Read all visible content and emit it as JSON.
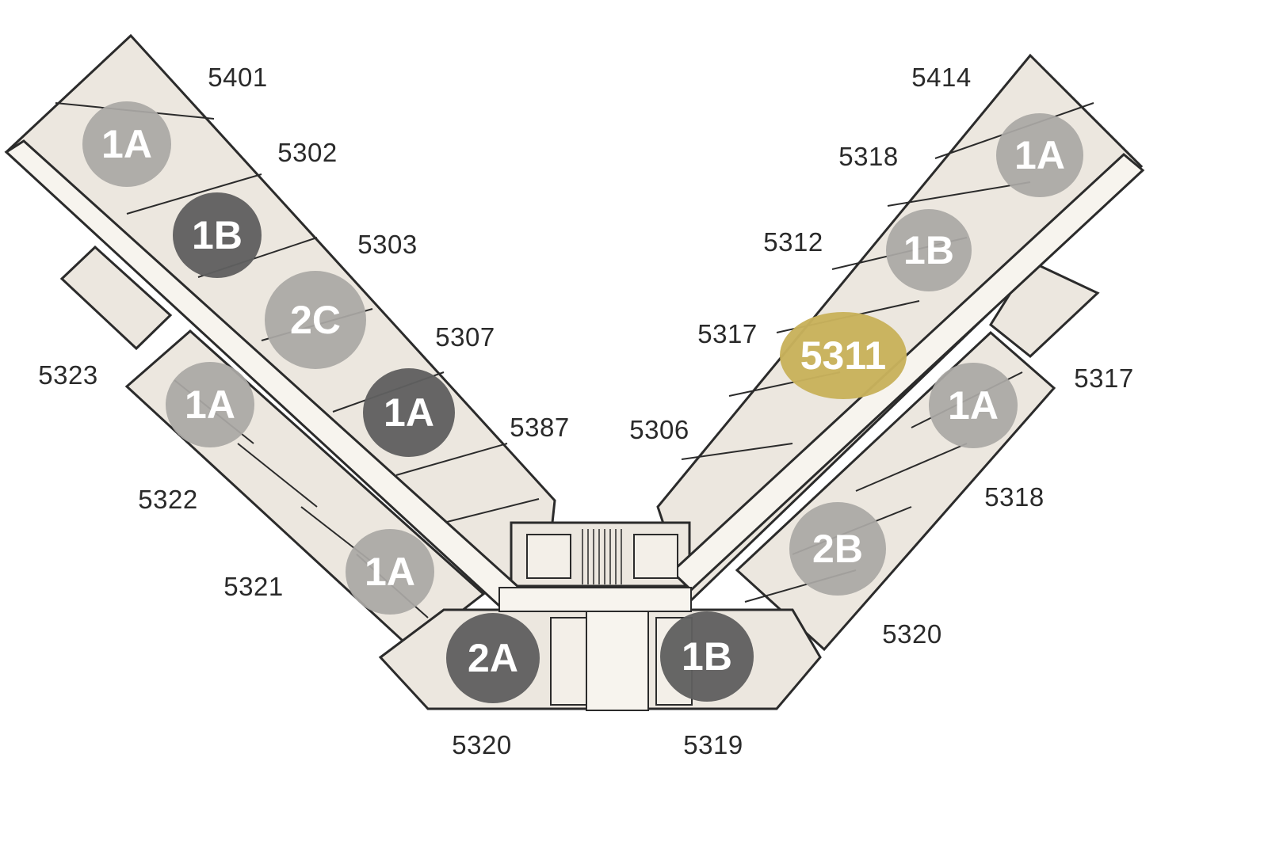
{
  "colors": {
    "light_badge": "#aaa8a5",
    "dark_badge": "#606060",
    "gold_badge": "#c8b25c",
    "floor_fill": "#ece7df",
    "corridor_fill": "#f7f4ee",
    "wall_stroke": "#2b2b2b",
    "label_text": "#2a2a2a"
  },
  "badges": [
    {
      "text": "1A",
      "tone": "light"
    },
    {
      "text": "1B",
      "tone": "dark"
    },
    {
      "text": "2C",
      "tone": "light"
    },
    {
      "text": "1A",
      "tone": "light"
    },
    {
      "text": "1A",
      "tone": "dark"
    },
    {
      "text": "1A",
      "tone": "light"
    },
    {
      "text": "2A",
      "tone": "dark"
    },
    {
      "text": "1A",
      "tone": "light"
    },
    {
      "text": "1B",
      "tone": "light"
    },
    {
      "text": "5311",
      "tone": "gold"
    },
    {
      "text": "1A",
      "tone": "light"
    },
    {
      "text": "2B",
      "tone": "light"
    },
    {
      "text": "1B",
      "tone": "dark"
    }
  ],
  "unit_labels": [
    "5401",
    "5302",
    "5303",
    "5307",
    "5323",
    "5387",
    "5322",
    "5321",
    "5320",
    "5414",
    "5318",
    "5312",
    "5317",
    "5306",
    "5317",
    "5318",
    "5320",
    "5319"
  ]
}
